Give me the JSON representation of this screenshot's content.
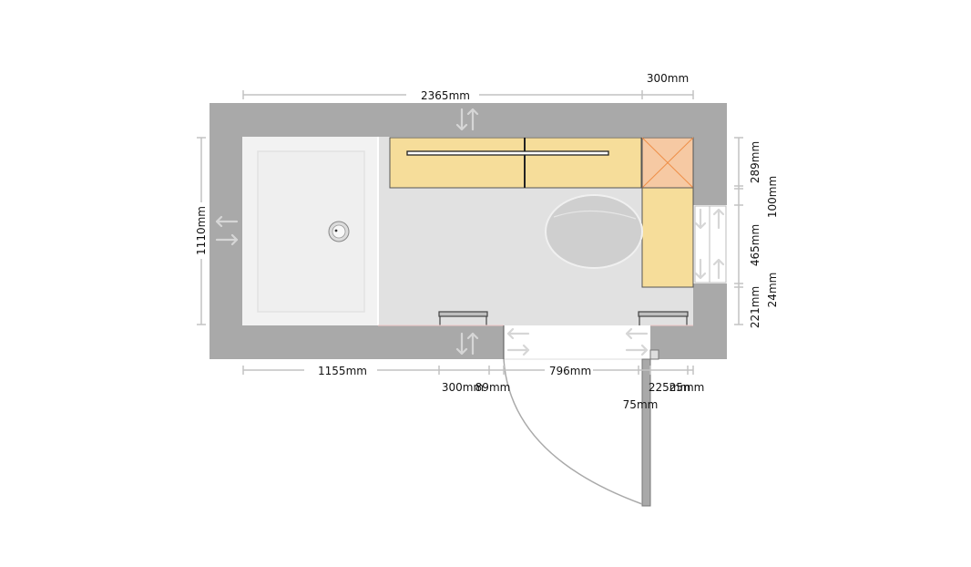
{
  "colors": {
    "wall": "#a9a9a9",
    "floor": "#e1e1e1",
    "tray": "#efefef",
    "cabinet": "#f6dd9a",
    "cabinet_accent": "#f6c9a3",
    "cabinet_cross": "#ef8f48",
    "dim_line": "#c2c2c2"
  },
  "icons": {
    "drain": "drain-icon",
    "toilet": "toilet-icon",
    "flip": "flip-arrows-icon"
  },
  "dimensions": {
    "top_total": "2365mm",
    "top_right": "300mm",
    "left_height": "1110mm",
    "right_289": "289mm",
    "right_100": "100mm",
    "right_465": "465mm",
    "right_24": "24mm",
    "right_221": "221mm",
    "bottom_1155": "1155mm",
    "bottom_300": "300mm",
    "bottom_89": "89mm",
    "bottom_796": "796mm",
    "bottom_225": "225mm",
    "bottom_25": "25mm",
    "door_75": "75mm"
  }
}
